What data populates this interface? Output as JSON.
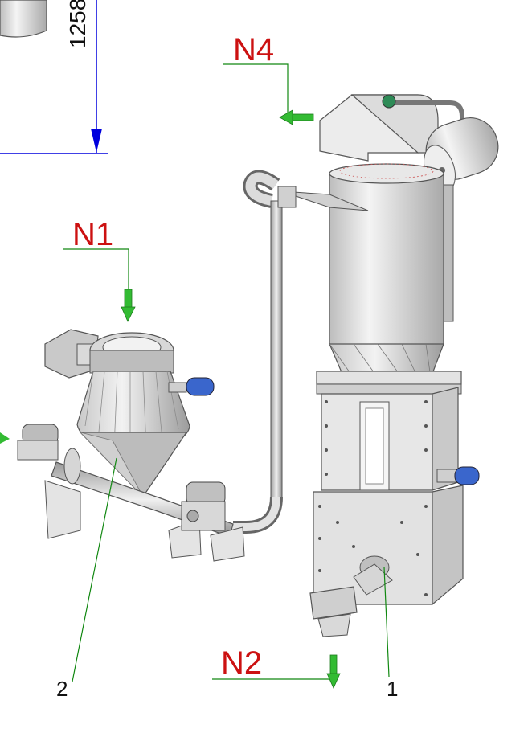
{
  "dimension": {
    "value": "1258"
  },
  "nozzles": {
    "n1": "N1",
    "n2": "N2",
    "n4": "N4"
  },
  "callouts": {
    "item1": "1",
    "item2": "2"
  },
  "colors": {
    "label": "#cc1111",
    "leader": "#118811",
    "dimension": "#0000dd",
    "arrow": "#33bb33",
    "body": "#d9d9d9",
    "valve": "#3a66cc"
  }
}
